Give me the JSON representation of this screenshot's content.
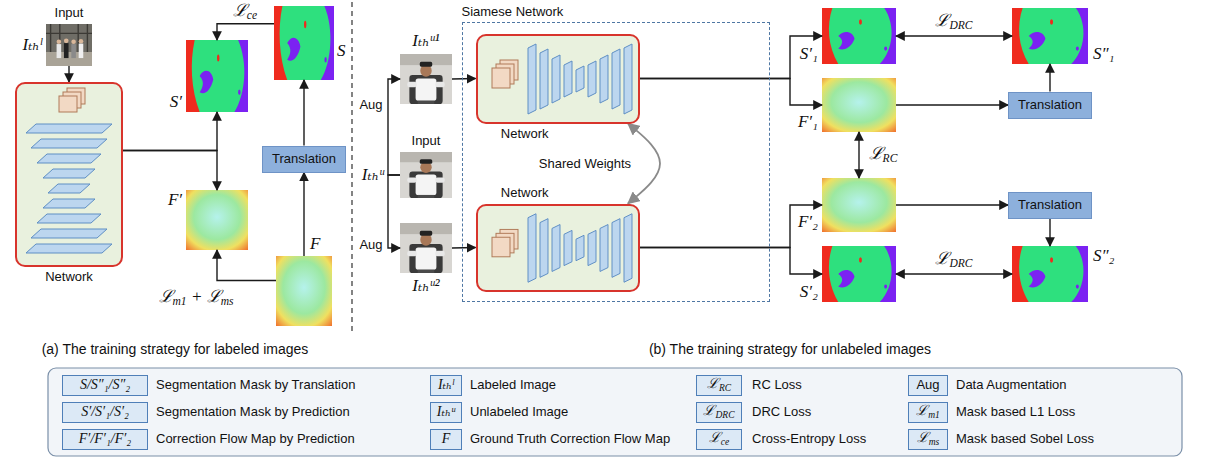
{
  "diagram": {
    "nodes": [
      {
        "text": [
          "Input",
          "Iₜₕˡ"
        ]
      },
      {
        "text": [
          "Network"
        ]
      },
      {
        "text": [
          "S′"
        ]
      },
      {
        "text": [
          "S"
        ]
      },
      {
        "text": [
          "F′"
        ]
      },
      {
        "text": [
          "F"
        ]
      },
      {
        "text": [
          "Translation"
        ]
      },
      {
        "text": [
          "Input",
          "Iₜₕᵘ"
        ]
      },
      {
        "text": [
          "Iₜₕᵘ¹"
        ]
      },
      {
        "text": [
          "Iₜₕᵘ²"
        ]
      },
      {
        "text": [
          "Siamese Network"
        ]
      },
      {
        "text": [
          "Network"
        ],
        "in": 10
      },
      {
        "text": [
          "Network"
        ],
        "in": 10
      },
      {
        "text": [
          "S′₁"
        ]
      },
      {
        "text": [
          "S″₁"
        ]
      },
      {
        "text": [
          "F′₁"
        ]
      },
      {
        "text": [
          "Translation"
        ]
      },
      {
        "text": [
          "F′₂"
        ]
      },
      {
        "text": [
          "Translation"
        ]
      },
      {
        "text": [
          "S′₂"
        ]
      },
      {
        "text": [
          "S″₂"
        ]
      }
    ],
    "edges": [
      {
        "from": 0,
        "to": 1,
        "arrow": "to"
      },
      {
        "from": 1,
        "to": 2,
        "arrow": "to"
      },
      {
        "from": 1,
        "to": 4,
        "arrow": "to"
      },
      {
        "from": 3,
        "to": 2,
        "label": "ℒce",
        "arrow": "to"
      },
      {
        "from": 5,
        "to": 4,
        "label": "ℒm1 + ℒms",
        "arrow": "to"
      },
      {
        "from": 5,
        "to": 6,
        "arrow": "to"
      },
      {
        "from": 6,
        "to": 3,
        "arrow": "to"
      },
      {
        "from": 7,
        "to": 8,
        "label": "Aug",
        "arrow": "to"
      },
      {
        "from": 7,
        "to": 9,
        "label": "Aug",
        "arrow": "to"
      },
      {
        "from": 8,
        "to": 11,
        "arrow": "to"
      },
      {
        "from": 9,
        "to": 12,
        "arrow": "to"
      },
      {
        "from": 11,
        "to": 12,
        "label": "Shared Weights",
        "arrow": "both"
      },
      {
        "from": 11,
        "to": 13,
        "arrow": "to"
      },
      {
        "from": 11,
        "to": 15,
        "arrow": "to"
      },
      {
        "from": 12,
        "to": 17,
        "arrow": "to"
      },
      {
        "from": 12,
        "to": 19,
        "arrow": "to"
      },
      {
        "from": 13,
        "to": 14,
        "label": "ℒDRC",
        "arrow": "both"
      },
      {
        "from": 15,
        "to": 16,
        "arrow": "to"
      },
      {
        "from": 16,
        "to": 14,
        "arrow": "to"
      },
      {
        "from": 15,
        "to": 17,
        "label": "ℒRC",
        "arrow": "both"
      },
      {
        "from": 17,
        "to": 18,
        "arrow": "to"
      },
      {
        "from": 18,
        "to": 20,
        "arrow": "to"
      },
      {
        "from": 19,
        "to": 20,
        "label": "ℒDRC",
        "arrow": "both"
      }
    ],
    "labels": [
      "(a) The training strategy for labeled images",
      "(b) The training strategy for unlabeled images",
      "S/S″₁/S″₂",
      "Iₜₕˡ",
      "ℒRC",
      "Aug",
      "S′/S′₁/S′₂",
      "Iₜₕᵘ",
      "ℒDRC",
      "ℒm1",
      "F′/F′₁/F′₂",
      "F",
      "ℒce",
      "ℒms"
    ],
    "legend": [
      {
        "text": "Segmentation Mask by Translation",
        "color": "#dce9f6"
      },
      {
        "text": "Labeled Image",
        "color": "#dce9f6"
      },
      {
        "text": "RC Loss",
        "color": "#dce9f6"
      },
      {
        "text": "Data Augmentation",
        "color": "#dce9f6"
      },
      {
        "text": "Segmentation Mask by Prediction",
        "color": "#dce9f6"
      },
      {
        "text": "Unlabeled Image",
        "color": "#dce9f6"
      },
      {
        "text": "DRC Loss",
        "color": "#dce9f6"
      },
      {
        "text": "Mask based L1 Loss",
        "color": "#dce9f6"
      },
      {
        "text": "Correction Flow Map by Prediction",
        "color": "#dce9f6"
      },
      {
        "text": "Ground Truth Correction Flow Map",
        "color": "#dce9f6"
      },
      {
        "text": "Cross-Entropy Loss",
        "color": "#dce9f6"
      },
      {
        "text": "Mask based Sobel Loss",
        "color": "#dce9f6"
      }
    ]
  }
}
